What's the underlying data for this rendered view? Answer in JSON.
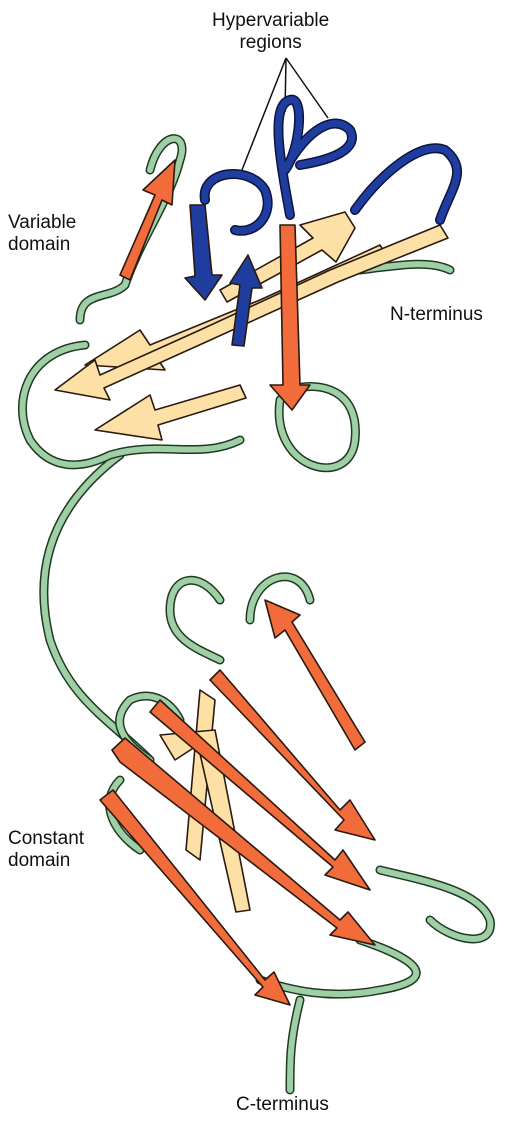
{
  "diagram": {
    "labels": {
      "hypervariable": "Hypervariable\nregions",
      "variable_domain": "Variable\ndomain",
      "n_terminus": "N-terminus",
      "constant_domain": "Constant\ndomain",
      "c_terminus": "C-terminus"
    },
    "colors": {
      "loop": "#9fcfa6",
      "hypervariable_loop": "#1f3d9e",
      "strand_orange": "#f26b3a",
      "strand_cream": "#fde0a6",
      "strand_blue": "#1f3d9e"
    }
  }
}
